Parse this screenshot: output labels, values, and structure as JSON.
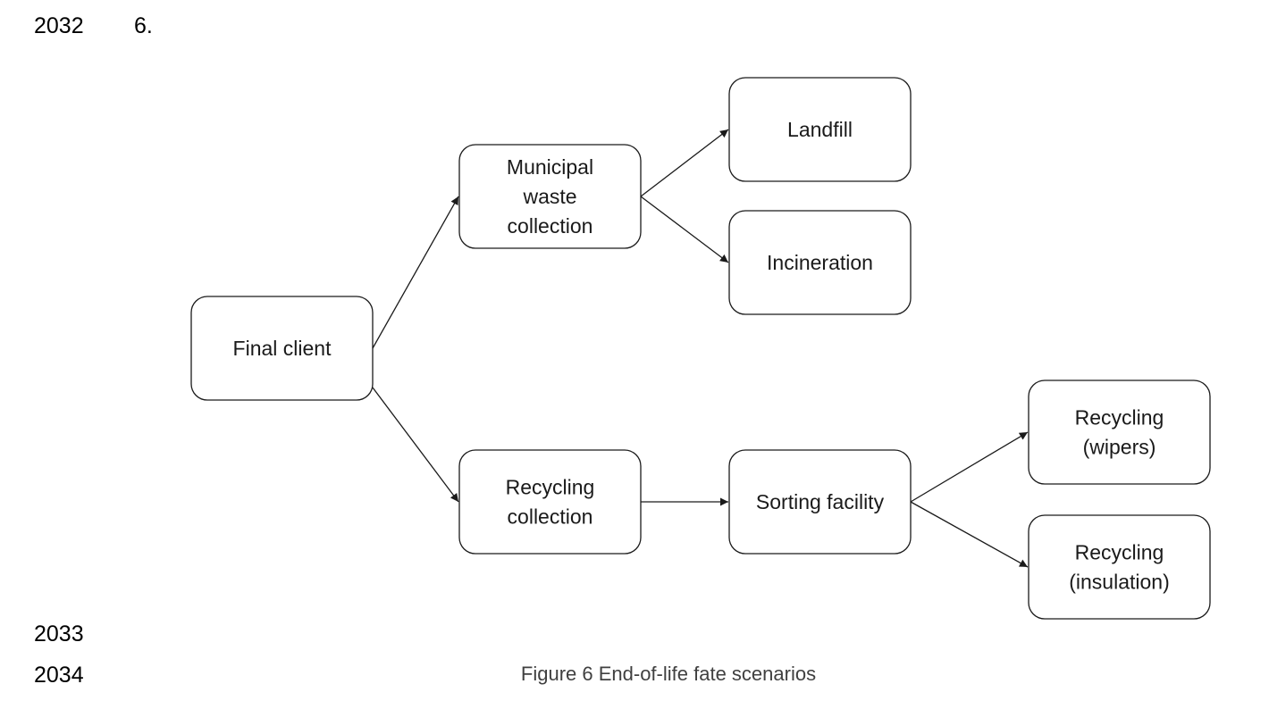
{
  "line_numbers": [
    "2032",
    "2033",
    "2034"
  ],
  "heading_number": "6.",
  "caption": "Figure 6 End-of-life fate scenarios",
  "diagram": {
    "nodes": [
      {
        "id": "final-client",
        "lines": [
          "Final client"
        ]
      },
      {
        "id": "municipal-waste-collection",
        "lines": [
          "Municipal",
          "waste",
          "collection"
        ]
      },
      {
        "id": "landfill",
        "lines": [
          "Landfill"
        ]
      },
      {
        "id": "incineration",
        "lines": [
          "Incineration"
        ]
      },
      {
        "id": "recycling-collection",
        "lines": [
          "Recycling",
          "collection"
        ]
      },
      {
        "id": "sorting-facility",
        "lines": [
          "Sorting facility"
        ]
      },
      {
        "id": "recycling-wipers",
        "lines": [
          "Recycling",
          "(wipers)"
        ]
      },
      {
        "id": "recycling-insulation",
        "lines": [
          "Recycling",
          "(insulation)"
        ]
      }
    ],
    "edges": [
      {
        "from": "final-client",
        "to": "municipal-waste-collection"
      },
      {
        "from": "final-client",
        "to": "recycling-collection"
      },
      {
        "from": "municipal-waste-collection",
        "to": "landfill"
      },
      {
        "from": "municipal-waste-collection",
        "to": "incineration"
      },
      {
        "from": "recycling-collection",
        "to": "sorting-facility"
      },
      {
        "from": "sorting-facility",
        "to": "recycling-wipers"
      },
      {
        "from": "sorting-facility",
        "to": "recycling-insulation"
      }
    ]
  }
}
